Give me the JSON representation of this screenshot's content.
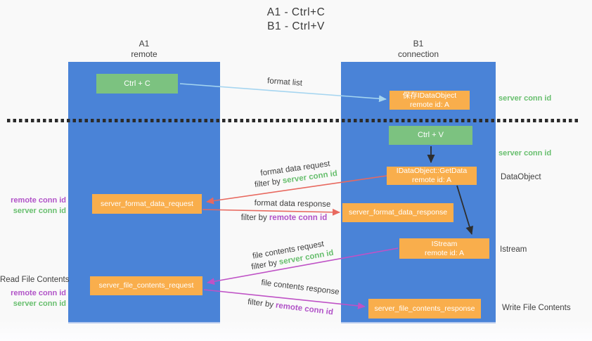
{
  "title": {
    "line1": "A1 - Ctrl+C",
    "line2": "B1 - Ctrl+V"
  },
  "lanes": {
    "left": {
      "name": "A1",
      "role": "remote"
    },
    "right": {
      "name": "B1",
      "role": "connection"
    }
  },
  "nodes": {
    "ctrl_c": "Ctrl + C",
    "ctrl_v": "Ctrl + V",
    "save_idataobject": {
      "line1": "保存IDataObject",
      "line2": "remote id: A"
    },
    "getdata": {
      "line1": "IDataObject::GetData",
      "line2": "remote id: A"
    },
    "istream": {
      "line1": "IStream",
      "line2": "remote id: A"
    },
    "server_format_data_request": "server_format_data_request",
    "server_format_data_response": "server_format_data_response",
    "server_file_contents_request": "server_file_contents_request",
    "server_file_contents_response": "server_file_contents_response"
  },
  "side_labels": {
    "server_conn_id": "server conn id",
    "remote_conn_id": "remote conn id",
    "dataobject": "DataObject",
    "istream": "Istream",
    "read_file_contents": "Read File Contents",
    "write_file_contents": "Write File Contents"
  },
  "flow_labels": {
    "format_list": "format list",
    "format_data_request": "format data request",
    "format_data_response": "format data response",
    "file_contents_request": "file contents request",
    "file_contents_response": "file contents response",
    "filter_by": "filter by"
  },
  "colors": {
    "lane_blue": "#4a83d7",
    "node_green": "#7cc280",
    "node_orange": "#f9ae4c",
    "arrow_blue": "#a5d5f0",
    "arrow_red": "#e8695f",
    "arrow_magenta": "#bf52c6",
    "arrow_black": "#2e2e2e",
    "text_green": "#68bf6e",
    "text_purple": "#b153c8",
    "text_dark": "#3f3f3f",
    "separator": "#2b2b2b"
  }
}
